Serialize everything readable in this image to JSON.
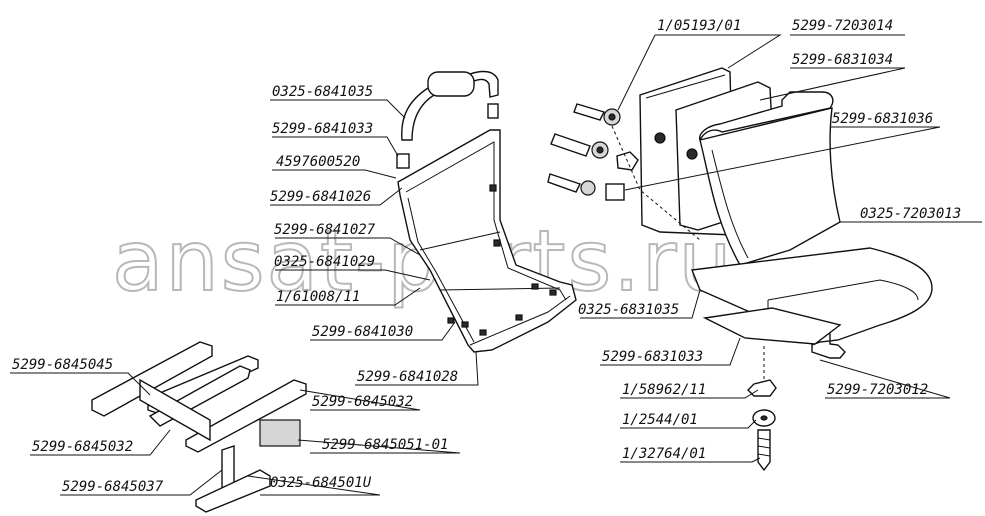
{
  "watermark": "ansat-parts.ru",
  "corner_mark": "",
  "labels": {
    "l0325_6841035": "0325-6841035",
    "l5299_6841033": "5299-6841033",
    "l4597600520": "4597600520",
    "l5299_6841026": "5299-6841026",
    "l5299_6841027": "5299-6841027",
    "l0325_6841029": "0325-6841029",
    "l1_61008_11": "1/61008/11",
    "l5299_6841030": "5299-6841030",
    "l5299_6841028": "5299-6841028",
    "l1_05193_01": "1/05193/01",
    "l5299_7203014": "5299-7203014",
    "l5299_6831034": "5299-6831034",
    "l5299_6831036": "5299-6831036",
    "l0325_7203013": "0325-7203013",
    "l0325_6831035": "0325-6831035",
    "l5299_6831033": "5299-6831033",
    "l1_58962_11": "1/58962/11",
    "l5299_7203012": "5299-7203012",
    "l1_2544_01": "1/2544/01",
    "l1_32764_01": "1/32764/01",
    "l5299_6845045": "5299-6845045",
    "l5299_6845032a": "5299-6845032",
    "l5299_6845032b": "5299-6845032",
    "l5299_6845051_01": "5299-6845051-01",
    "l5299_6845037": "5299-6845037",
    "l0325_684501u": "0325-684501U"
  }
}
